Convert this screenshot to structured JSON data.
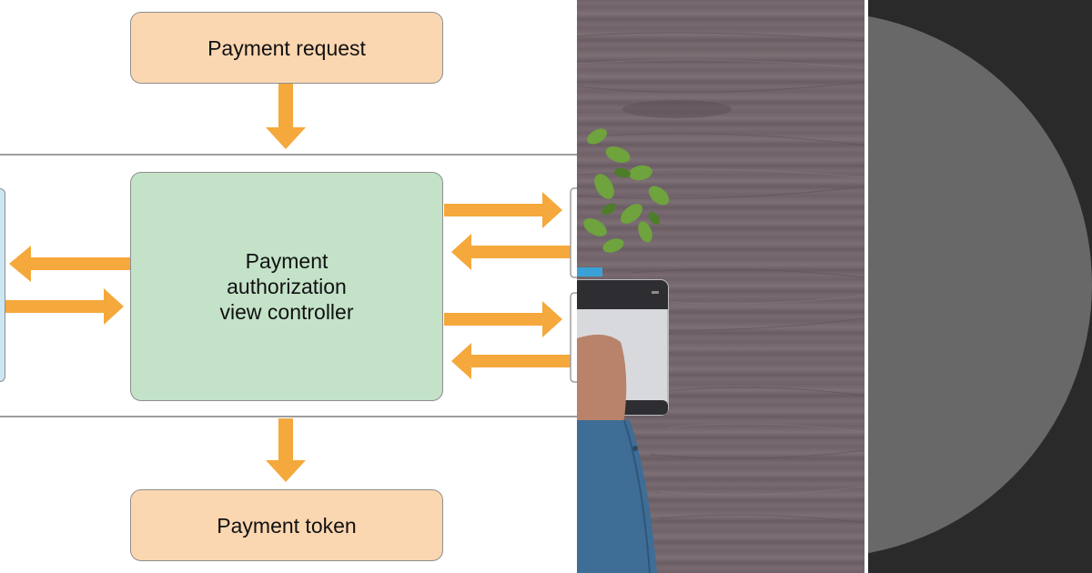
{
  "diagram": {
    "payment_request": "Payment request",
    "controller": [
      "Payment",
      "authorization",
      "view controller"
    ],
    "payment_token": "Payment token"
  },
  "colors": {
    "arrow": "#f5a83b",
    "request_box": "#fbd7b1",
    "controller_box": "#c3e2c8",
    "left_box": "#cde6f3",
    "right_circle": "#686868",
    "right_bg": "#2a2a2a"
  }
}
